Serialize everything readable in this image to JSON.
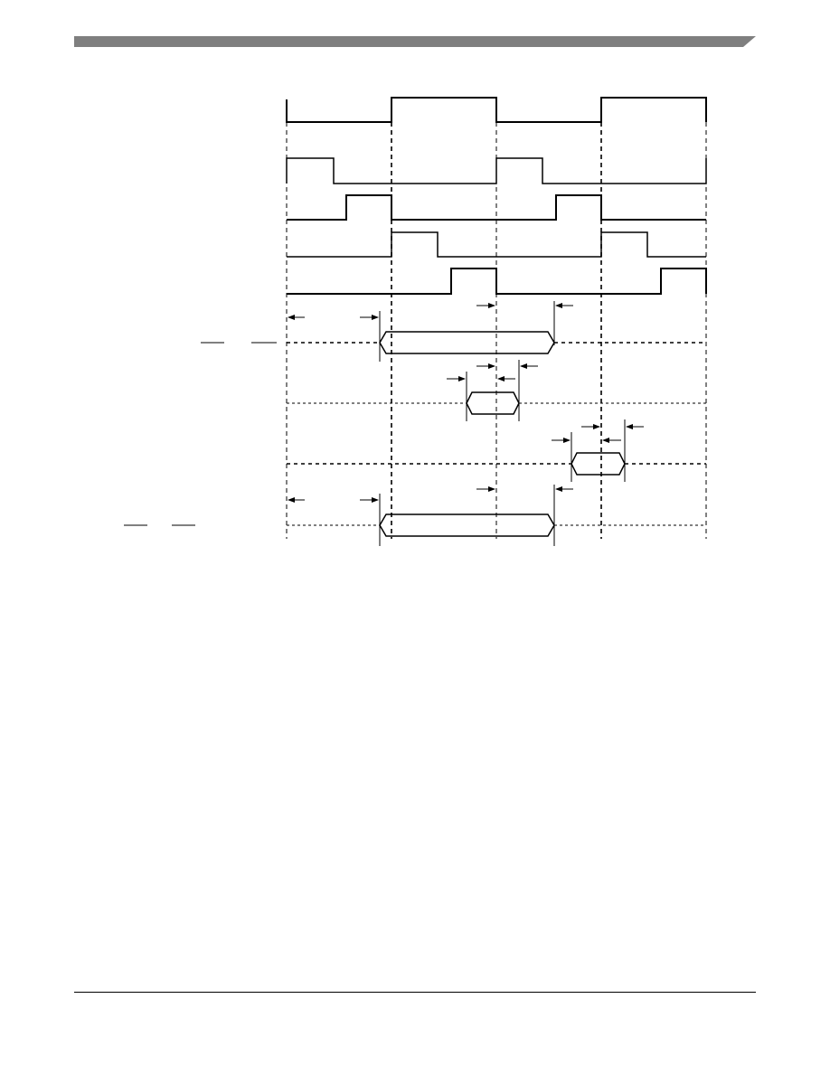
{
  "page": {
    "background_color": "#ffffff",
    "header_bar_color": "#7f7f7f",
    "ink_color": "#000000"
  },
  "diagram": {
    "type": "timing-diagram",
    "clock_phases": 4,
    "waveforms": [
      {
        "id": "clock",
        "transitions": [
          [
            0,
            0
          ],
          [
            1,
            1
          ],
          [
            2,
            0
          ],
          [
            3,
            1
          ],
          [
            4,
            1
          ]
        ]
      },
      {
        "id": "phase-a",
        "transitions": [
          [
            0,
            1
          ],
          [
            0.45,
            0
          ],
          [
            2,
            1
          ],
          [
            2.45,
            0
          ],
          [
            4,
            0
          ]
        ]
      },
      {
        "id": "phase-b",
        "transitions": [
          [
            0,
            0
          ],
          [
            0.57,
            1
          ],
          [
            1,
            0
          ],
          [
            2.57,
            1
          ],
          [
            3,
            0
          ],
          [
            4,
            0
          ]
        ]
      },
      {
        "id": "phase-c",
        "transitions": [
          [
            0,
            0
          ],
          [
            1,
            1
          ],
          [
            1.45,
            0
          ],
          [
            3,
            1
          ],
          [
            3.45,
            0
          ],
          [
            4,
            0
          ]
        ]
      },
      {
        "id": "phase-d",
        "transitions": [
          [
            0,
            0
          ],
          [
            1.57,
            1
          ],
          [
            2,
            0
          ],
          [
            3.57,
            1
          ],
          [
            4,
            1
          ]
        ]
      }
    ],
    "buses": [
      {
        "id": "bus-1",
        "valid_from": 0.88,
        "valid_to": 2.55
      },
      {
        "id": "bus-2",
        "valid_from": 1.72,
        "valid_to": 2.22
      },
      {
        "id": "bus-3",
        "valid_from": 2.72,
        "valid_to": 3.22
      },
      {
        "id": "bus-4",
        "valid_from": 0.88,
        "valid_to": 2.55
      }
    ]
  }
}
